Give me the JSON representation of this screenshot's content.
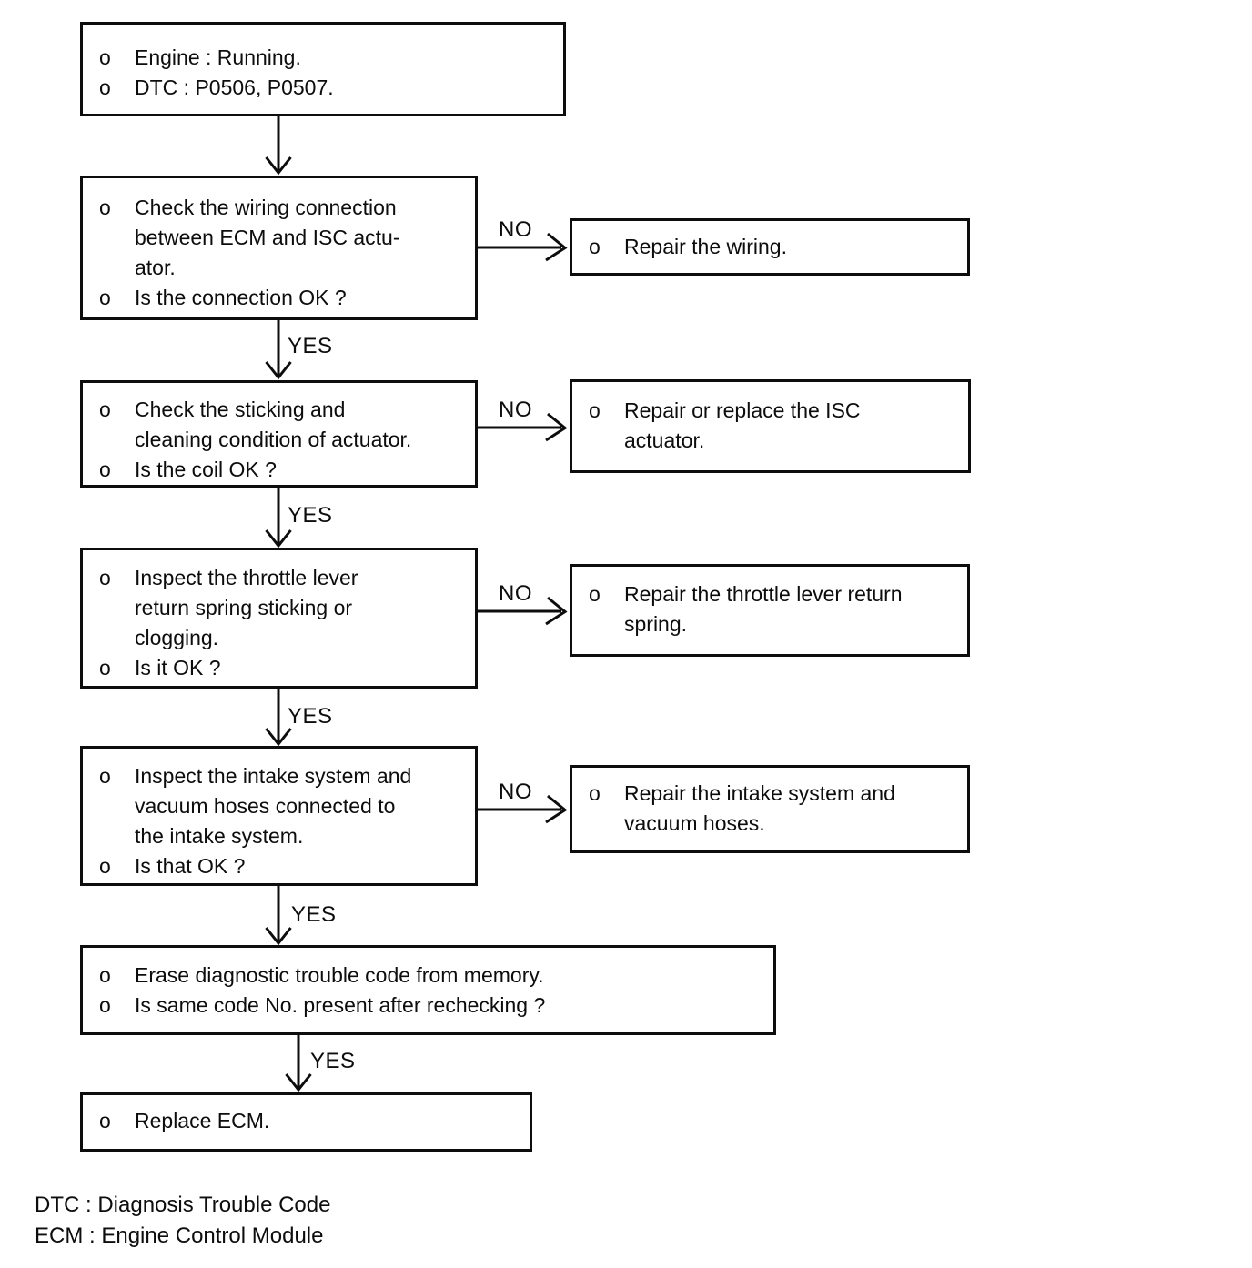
{
  "page": {
    "background": "#ffffff",
    "ink_color": "#0d0d0d"
  },
  "flowchart": {
    "boxes": {
      "start": {
        "bullets": [
          {
            "marker": "o",
            "text": "Engine : Running."
          },
          {
            "marker": "o",
            "text": "DTC : P0506, P0507."
          }
        ]
      },
      "check_wiring": {
        "bullets": [
          {
            "marker": "o",
            "text": "Check the wiring connection\nbetween ECM and ISC actu-\nator."
          },
          {
            "marker": "o",
            "text": "Is the connection OK ?"
          }
        ]
      },
      "repair_wiring": {
        "bullets": [
          {
            "marker": "o",
            "text": "Repair the wiring."
          }
        ]
      },
      "check_sticking": {
        "bullets": [
          {
            "marker": "o",
            "text": "Check the sticking and\ncleaning condition of actuator."
          },
          {
            "marker": "o",
            "text": "Is the coil OK ?"
          }
        ]
      },
      "repair_isc": {
        "bullets": [
          {
            "marker": "o",
            "text": "Repair or replace the ISC\nactuator."
          }
        ]
      },
      "inspect_throttle": {
        "bullets": [
          {
            "marker": "o",
            "text": "Inspect the throttle lever\nreturn spring sticking or\nclogging."
          },
          {
            "marker": "o",
            "text": "Is it OK ?"
          }
        ]
      },
      "repair_spring": {
        "bullets": [
          {
            "marker": "o",
            "text": "Repair the throttle lever return\nspring."
          }
        ]
      },
      "inspect_intake": {
        "bullets": [
          {
            "marker": "o",
            "text": "Inspect the intake system and\nvacuum hoses connected to\nthe intake system."
          },
          {
            "marker": "o",
            "text": "Is that OK ?"
          }
        ]
      },
      "repair_intake": {
        "bullets": [
          {
            "marker": "o",
            "text": "Repair the intake system and\nvacuum hoses."
          }
        ]
      },
      "erase_dtc": {
        "bullets": [
          {
            "marker": "o",
            "text": "Erase diagnostic trouble code from memory."
          },
          {
            "marker": "o",
            "text": "Is same code No. present after rechecking ?"
          }
        ]
      },
      "replace_ecm": {
        "bullets": [
          {
            "marker": "o",
            "text": "Replace ECM."
          }
        ]
      }
    },
    "edge_labels": {
      "yes1": "YES",
      "yes2": "YES",
      "yes3": "YES",
      "yes4": "YES",
      "yes5": "YES",
      "no1": "NO",
      "no2": "NO",
      "no3": "NO",
      "no4": "NO"
    }
  },
  "legend": {
    "line1": "DTC : Diagnosis Trouble Code",
    "line2": "ECM : Engine Control Module"
  }
}
